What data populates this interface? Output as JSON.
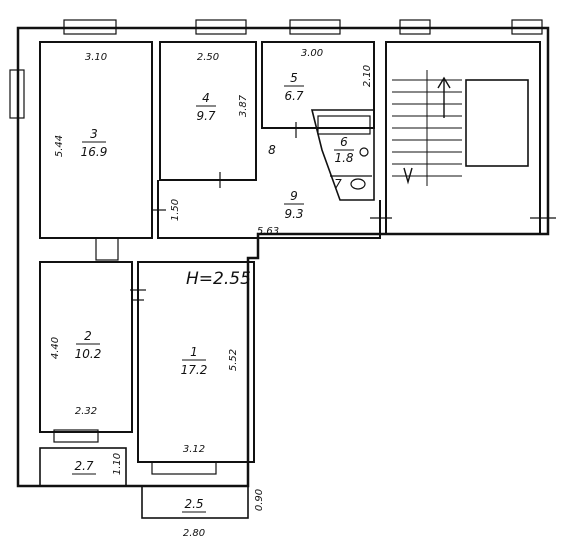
{
  "height_label": "H=2.55",
  "rooms": [
    {
      "id": "1",
      "number": "1",
      "area": "17.2"
    },
    {
      "id": "2",
      "number": "2",
      "area": "10.2"
    },
    {
      "id": "3",
      "number": "3",
      "area": "16.9"
    },
    {
      "id": "4",
      "number": "4",
      "area": "9.7"
    },
    {
      "id": "5",
      "number": "5",
      "area": "6.7"
    },
    {
      "id": "6",
      "number": "6",
      "area": "1.8"
    },
    {
      "id": "7",
      "number": "7",
      "area": ""
    },
    {
      "id": "8",
      "number": "8",
      "area": ""
    },
    {
      "id": "9",
      "number": "9",
      "area": "9.3"
    }
  ],
  "balconies": [
    {
      "id": "left",
      "area": "2.7"
    },
    {
      "id": "bottom",
      "area": "2.5"
    }
  ],
  "dimensions": {
    "r3_width": "3.10",
    "r3_length": "5.44",
    "r4_width": "2.50",
    "r4_length": "3.87",
    "r5_width": "3.00",
    "r5_length": "2.10",
    "r9_width": "5.63",
    "r9_depth": "1.50",
    "r2_length": "4.40",
    "r2_width": "2.32",
    "r1_length": "5.52",
    "r1_width": "3.12",
    "balcony_left_depth": "1.10",
    "balcony_bottom_depth": "0.90",
    "balcony_bottom_width": "2.80"
  }
}
